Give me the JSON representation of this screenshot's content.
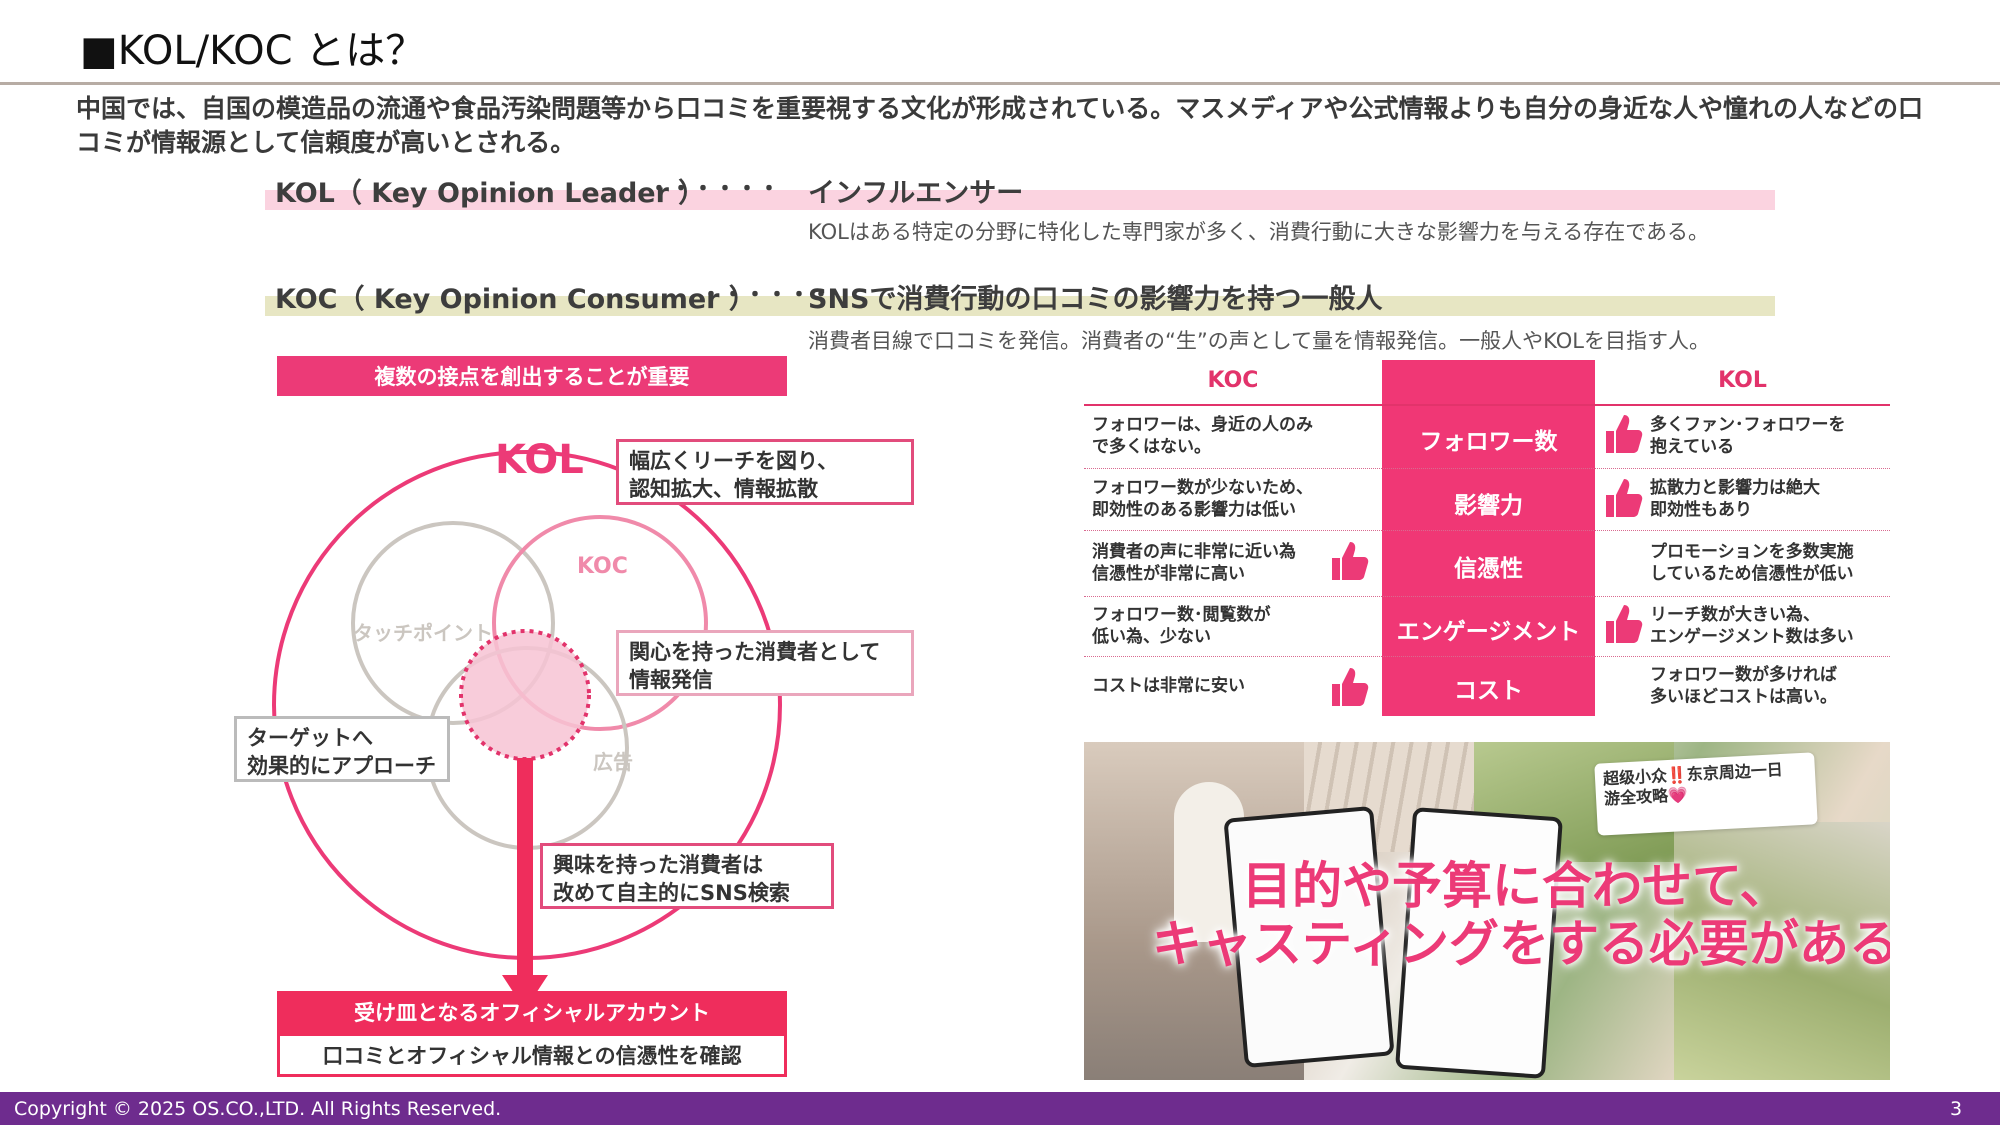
{
  "header": {
    "title": "■KOL/KOC とは？"
  },
  "intro": "中国では、自国の模造品の流通や食品汚染問題等から口コミを重要視する文化が形成されている。マスメディアや公式情報よりも自分の身近な人や憧れの人などの口コミが情報源として信頼度が高いとされる。",
  "definitions": [
    {
      "term": "KOL（ Key Opinion Leader ）",
      "dots": "・・・・・・",
      "meaning": "インフルエンサー",
      "desc": "KOLはある特定の分野に特化した専門家が多く、消費行動に大きな影響力を与える存在である。",
      "band_color": "#fbd3e0"
    },
    {
      "term": "KOC（ Key Opinion Consumer ）",
      "dots": "・・・・・・",
      "meaning": "SNSで消費行動の口コミの影響力を持つ一般人",
      "desc": "消費者目線で口コミを発信。消費者の“生”の声として量を情報発信。一般人やKOLを目指す人。",
      "band_color": "#e7e6c3"
    }
  ],
  "diagram": {
    "top_label": "複数の接点を創出することが重要",
    "kol": "KOL",
    "koc": "KOC",
    "touchpoint": "タッチポイント",
    "ad": "広告",
    "callout_reach": [
      "幅広くリーチを図り、",
      "認知拡大、情報拡散"
    ],
    "callout_interest": [
      "関心を持った消費者として",
      "情報発信"
    ],
    "callout_target": [
      "ターゲットへ",
      "効果的にアプローチ"
    ],
    "callout_search": [
      "興味を持った消費者は",
      "改めて自主的にSNS検索"
    ],
    "official_label": "受け皿となるオフィシャルアカウント",
    "official_sub": "口コミとオフィシャル情報との信憑性を確認",
    "colors": {
      "accent": "#ec3a77",
      "gray": "#c8c3bd"
    }
  },
  "comparison": {
    "left_header": "KOC",
    "right_header": "KOL",
    "rows": [
      {
        "label": "フォロワー数",
        "koc": [
          "フォロワーは、身近の人のみ",
          "で多くはない。"
        ],
        "kol": [
          "多くファン･フォロワーを",
          "抱えている"
        ],
        "thumb": "kol"
      },
      {
        "label": "影響力",
        "koc": [
          "フォロワー数が少ないため、",
          "即効性のある影響力は低い"
        ],
        "kol": [
          "拡散力と影響力は絶大",
          "即効性もあり"
        ],
        "thumb": "kol"
      },
      {
        "label": "信憑性",
        "koc": [
          "消費者の声に非常に近い為",
          "信憑性が非常に高い"
        ],
        "kol": [
          "プロモーションを多数実施",
          "しているため信憑性が低い"
        ],
        "thumb": "koc"
      },
      {
        "label": "エンゲージメント",
        "koc": [
          "フォロワー数･閲覧数が",
          "低い為、少ない"
        ],
        "kol": [
          "リーチ数が大きい為、",
          "エンゲージメント数は多い"
        ],
        "thumb": "kol"
      },
      {
        "label": "コスト",
        "koc": [
          "コストは非常に安い"
        ],
        "kol": [
          "フォロワー数が多ければ",
          "多いほどコストは高い。"
        ],
        "thumb": "koc"
      }
    ]
  },
  "photo": {
    "line1": "目的や予算に合わせて、",
    "line2": "キャスティングをする必要がある",
    "card_title": [
      "超级小众‼️东京周边一日",
      "游全攻略💗"
    ]
  },
  "footer": {
    "copyright": "Copyright © 2025 OS.CO.,LTD. All Rights Reserved.",
    "page": "3"
  }
}
